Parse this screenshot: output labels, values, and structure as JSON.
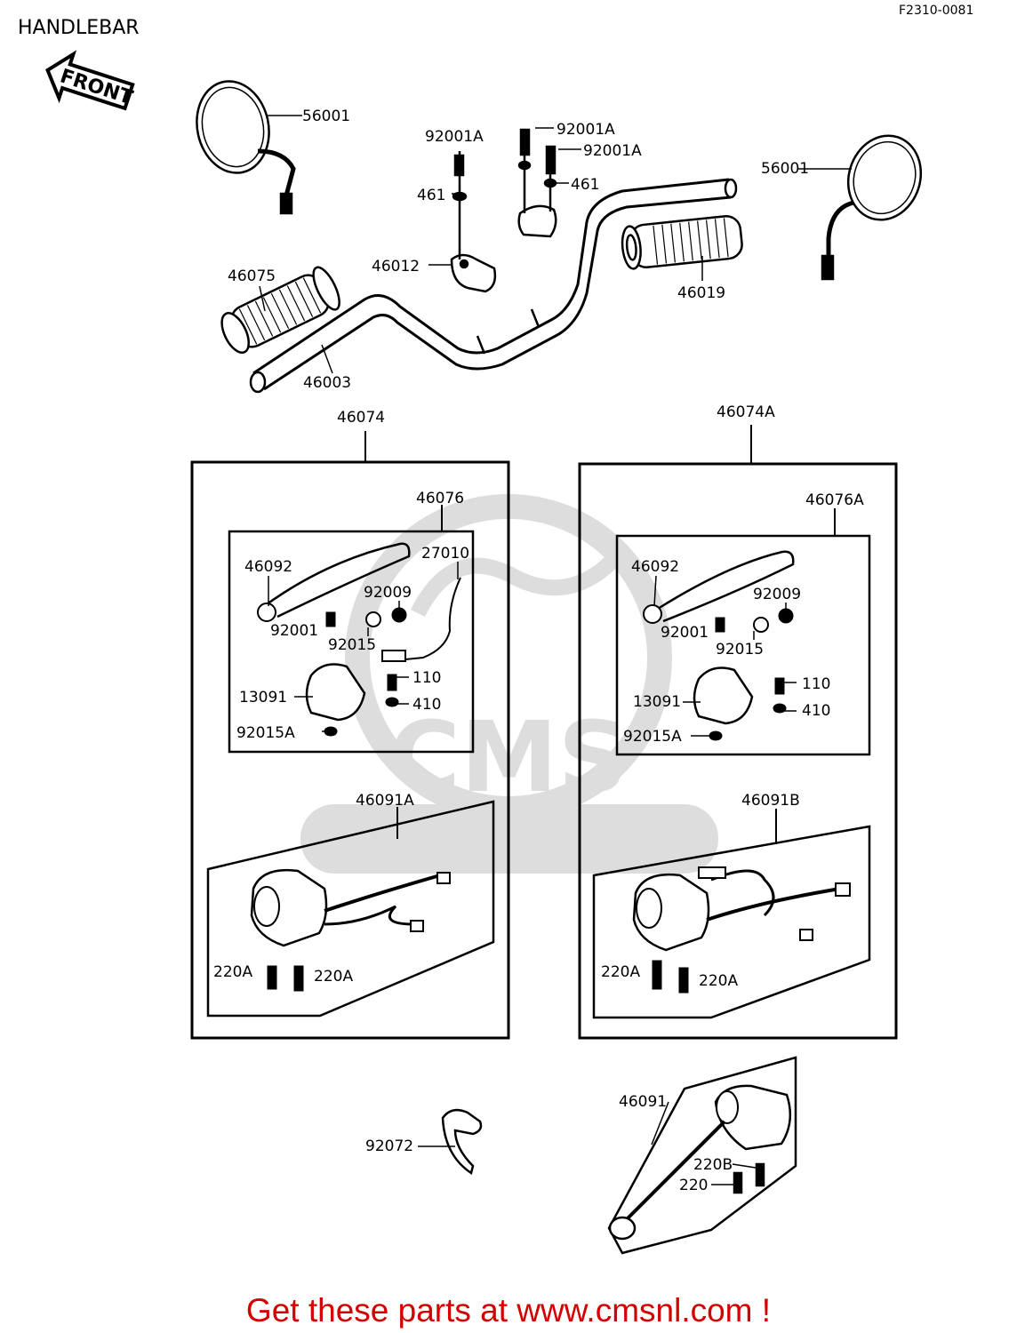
{
  "header": {
    "title": "HANDLEBAR",
    "code": "F2310-0081"
  },
  "front_arrow": {
    "label": "FRONT"
  },
  "watermark": {
    "brand": "CMS",
    "url": "WWW.CMSNL.COM"
  },
  "parts": {
    "mirror_left": "56001",
    "mirror_right": "56001",
    "bolt_a": "92001A",
    "bolt_b": "92001A",
    "bolt_c": "92001A",
    "washer_a": "461",
    "washer_b": "461",
    "holder": "46012",
    "grip_left": "46075",
    "handlebar": "46003",
    "grip_right": "46019",
    "lever_assy_a": "46074",
    "lever_assy_b": "46074A",
    "lever_a": "46076",
    "lever_b": "46076A",
    "lever_arm_a": "46092",
    "lever_arm_b": "46092",
    "switch_a": "27010",
    "screw_a": "92009",
    "screw_b": "92009",
    "bolt_d": "92001",
    "bolt_e": "92001",
    "collar_a": "92015",
    "collar_b": "92015",
    "bracket_a": "13091",
    "bracket_b": "13091",
    "bolt_f": "110",
    "bolt_g": "110",
    "washer_c": "410",
    "washer_d": "410",
    "nut_a": "92015A",
    "nut_b": "92015A",
    "switch_housing_a": "46091A",
    "switch_housing_b": "46091B",
    "screw_c": "220A",
    "screw_d": "220A",
    "screw_e": "220A",
    "screw_f": "220A",
    "clamp": "92072",
    "switch_housing_c": "46091",
    "screw_g": "220B",
    "screw_h": "220"
  },
  "footer": {
    "text": "Get these parts at www.cmsnl.com !",
    "color": "#d40000"
  }
}
